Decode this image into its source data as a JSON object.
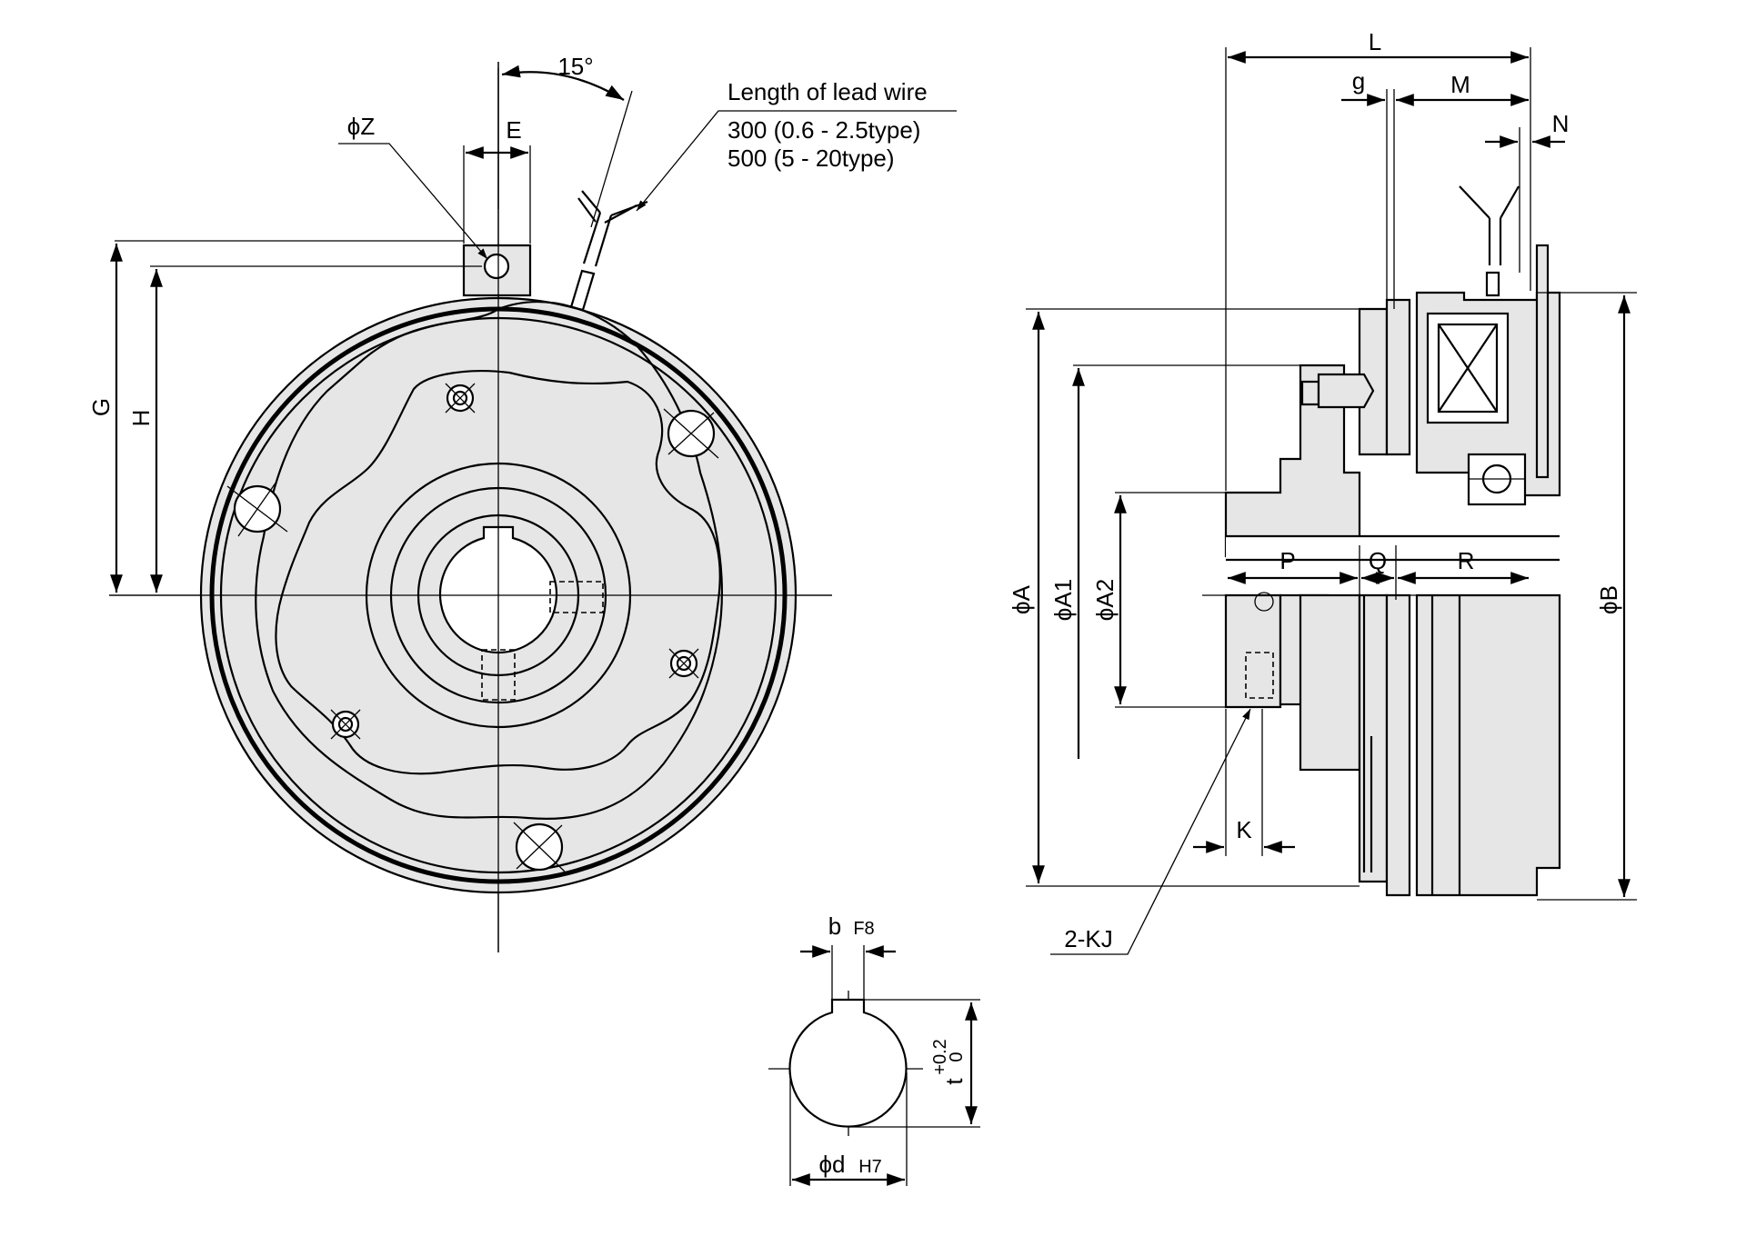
{
  "lead_wire": {
    "title": "Length of lead wire",
    "line1": "300 (0.6 - 2.5type)",
    "line2": "500 (5 - 20type)"
  },
  "front_view": {
    "angle": "15°",
    "phi_z": "ϕZ",
    "e": "E",
    "g": "G",
    "h": "H"
  },
  "side_view": {
    "l": "L",
    "g_small": "g",
    "m": "M",
    "n": "N",
    "p": "P",
    "q": "Q",
    "r": "R",
    "phi_a": "ϕA",
    "phi_a1": "ϕA1",
    "phi_a2": "ϕA2",
    "phi_b": "ϕB",
    "k": "K",
    "kj": "2-KJ"
  },
  "keyway": {
    "b": "b",
    "b_tol": "F8",
    "t": "t",
    "t_tol_upper": "+0.2",
    "t_tol_lower": "0",
    "d": "ϕd",
    "d_tol": "H7"
  },
  "colors": {
    "fill": "#e6e6e6",
    "line": "#000000"
  }
}
